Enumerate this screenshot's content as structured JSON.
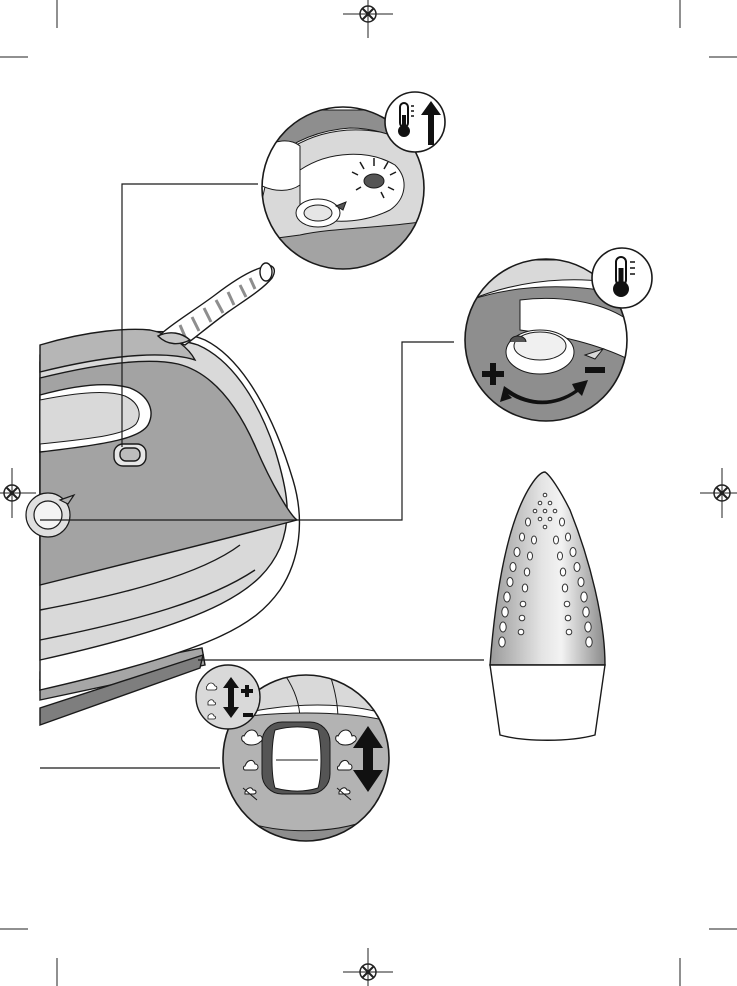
{
  "illustration": {
    "subject": "steam iron",
    "callouts": [
      {
        "id": "thermostat-light",
        "icon": "thermometer-up-icon"
      },
      {
        "id": "temperature-dial",
        "icon": "thermometer-icon",
        "signs": [
          "+",
          "−"
        ]
      },
      {
        "id": "steam-control",
        "signs": [
          "+",
          "−"
        ]
      },
      {
        "id": "soleplate"
      }
    ]
  },
  "colors": {
    "line": "#1a1a1a",
    "panel_dark": "#8e8e8e",
    "panel_mid": "#b3b3b3",
    "panel_light": "#d9d9d9",
    "accent_black": "#111111"
  }
}
